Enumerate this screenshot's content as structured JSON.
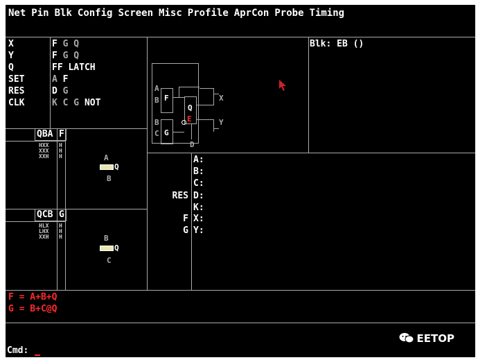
{
  "menu": [
    "Net",
    "Pin",
    "Blk",
    "Config",
    "Screen",
    "Misc",
    "Profile",
    "AprCon",
    "Probe",
    "Timing"
  ],
  "pin_table": {
    "names": [
      "X",
      "Y",
      "Q",
      "SET",
      "RES",
      "CLK"
    ],
    "values": [
      {
        "gray": "",
        "white": "F",
        "rest": "G Q"
      },
      {
        "gray": "",
        "white": "F",
        "rest": "G Q"
      },
      {
        "gray": "",
        "white": "",
        "rest": "FF LATCH"
      },
      {
        "gray": "A",
        "white": "F",
        "rest": ""
      },
      {
        "gray": "",
        "white": "D",
        "rest": "G"
      },
      {
        "gray": "K C G",
        "white": "NOT",
        "rest": ""
      }
    ]
  },
  "blk_label": "Blk: EB ()",
  "schematic": {
    "a": "A",
    "b": "B",
    "f": "F",
    "q": "Q",
    "e": "E",
    "c": "C",
    "g": "G",
    "x": "X",
    "y": "Y",
    "d": "D",
    "b2": "B"
  },
  "qba": {
    "title": "QBA",
    "f": "F",
    "pin_a": "A",
    "pin_q": "Q",
    "pin_b": "B",
    "grid": [
      "HXX",
      "XXX",
      "XXH"
    ],
    "col": [
      "H",
      "H",
      "H"
    ]
  },
  "qcb": {
    "title": "QCB",
    "g": "G",
    "pin_b": "B",
    "pin_q": "Q",
    "pin_c": "C",
    "grid": [
      "HLX",
      "LHX",
      "XXH"
    ],
    "col": [
      "H",
      "H",
      "H"
    ]
  },
  "signals": {
    "left": [
      "",
      "",
      "",
      "RES",
      "",
      "F",
      "G"
    ],
    "right": [
      "A:",
      "B:",
      "C:",
      "D:",
      "K:",
      "X:",
      "Y:"
    ]
  },
  "equations": [
    "F = A+B+Q",
    "G = B+C@Q"
  ],
  "cmd_prompt": "Cmd:",
  "watermark": "EETOP",
  "colors": {
    "equation": "#ff2a2a",
    "pointer": "#d0202a",
    "chip": "#e8e6b0"
  }
}
